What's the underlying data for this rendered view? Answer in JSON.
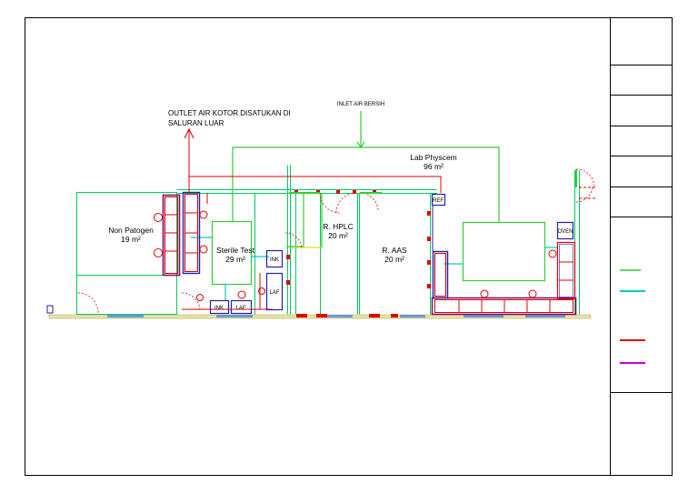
{
  "colors": {
    "background": "#ffffff",
    "frame": "#000000",
    "clean_air": "#33cc33",
    "dirty_air": "#e00000",
    "wall": "#00cc66",
    "cyan_duct": "#00cccc",
    "magenta": "#cc00cc",
    "equipment": "#2222aa",
    "floor_strip": "#d6d28a"
  },
  "annotations": {
    "inlet": "INLET AIR BERSIH",
    "outlet_line1": "OUTLET AIR KOTOR DISATUKAN DI",
    "outlet_line2": "SALURAN LUAR"
  },
  "rooms": {
    "non_patogen": {
      "name": "Non Patogen",
      "area": "19 m²"
    },
    "sterile_test": {
      "name": "Sterile Test",
      "area": "29 m²"
    },
    "hplc": {
      "name": "R. HPLC",
      "area": "20 m²"
    },
    "aas": {
      "name": "R. AAS",
      "area": "20 m²"
    },
    "physcem": {
      "name": "Lab Physcem",
      "area": "96 m²"
    }
  },
  "equipment": {
    "ink1": "INK",
    "laf1": "LAF",
    "ink2": "INK",
    "laf2": "LAF",
    "ref": "REF",
    "oven": "OVEN"
  },
  "legend": {
    "entries": [
      {
        "color": "#33cc33"
      },
      {
        "color": "#00cccc"
      },
      {
        "color": "#e00000"
      },
      {
        "color": "#cc00cc"
      }
    ]
  }
}
